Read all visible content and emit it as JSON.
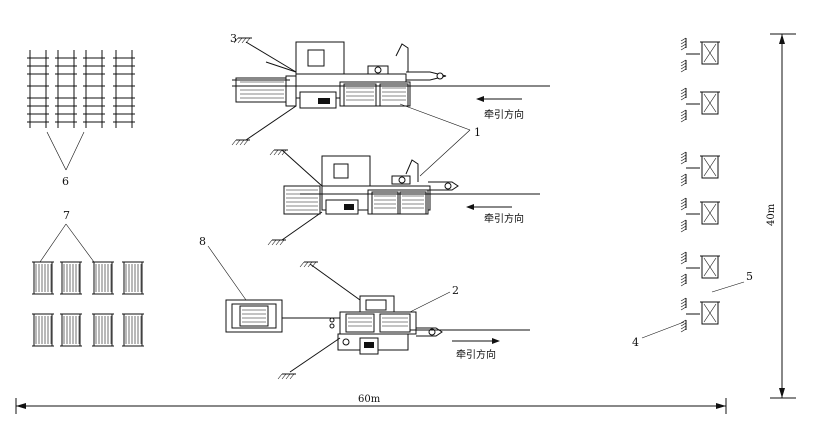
{
  "labels": {
    "callout_1": "1",
    "callout_2": "2",
    "callout_3": "3",
    "callout_4": "4",
    "callout_5": "5",
    "callout_6": "6",
    "callout_7": "7",
    "callout_8": "8",
    "pull_direction_1": "牵引方向",
    "pull_direction_2": "牵引方向",
    "pull_direction_3": "牵引方向"
  },
  "dimensions": {
    "width_label": "60m",
    "height_label": "40m"
  }
}
